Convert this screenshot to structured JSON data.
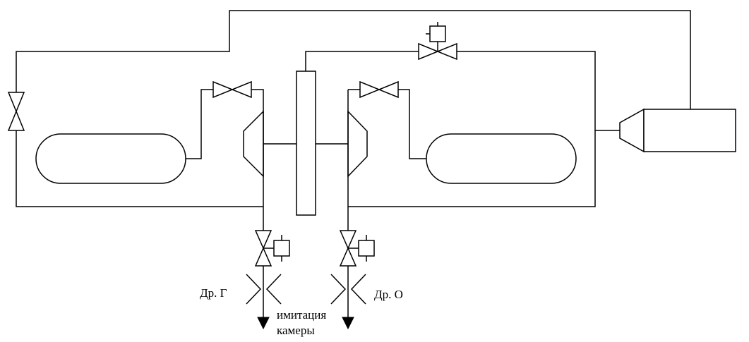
{
  "labels": {
    "throttle_fuel": "Др. Г",
    "throttle_oxidizer": "Др. О",
    "chamber_imitation_line1": "имитация",
    "chamber_imitation_line2": "камеры"
  },
  "colors": {
    "stroke": "#000000",
    "background": "#ffffff"
  }
}
